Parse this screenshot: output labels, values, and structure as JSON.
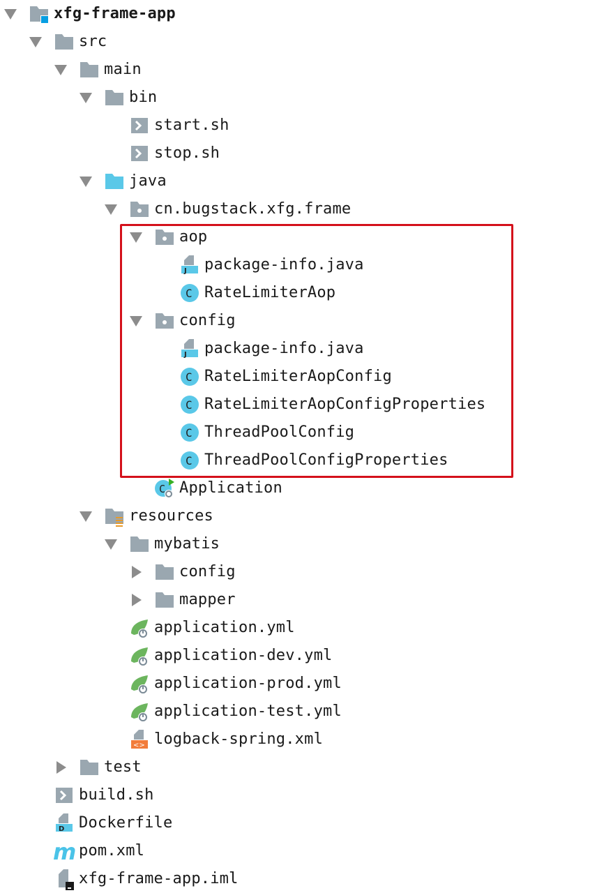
{
  "colors": {
    "folder": "#9aa7b0",
    "source_folder": "#5ac8e8",
    "class": "#5ac8e8",
    "highlight": "#d4111b",
    "spring": "#6cb55e",
    "xml": "#f27c3a"
  },
  "tree": [
    {
      "level": 0,
      "state": "expanded",
      "icon": "module-folder-icon",
      "label": "xfg-frame-app",
      "bold": true
    },
    {
      "level": 1,
      "state": "expanded",
      "icon": "folder-icon",
      "label": "src"
    },
    {
      "level": 2,
      "state": "expanded",
      "icon": "folder-icon",
      "label": "main"
    },
    {
      "level": 3,
      "state": "expanded",
      "icon": "folder-icon",
      "label": "bin"
    },
    {
      "level": 4,
      "state": "leaf",
      "icon": "shell-script-icon",
      "label": "start.sh"
    },
    {
      "level": 4,
      "state": "leaf",
      "icon": "shell-script-icon",
      "label": "stop.sh"
    },
    {
      "level": 3,
      "state": "expanded",
      "icon": "source-folder-icon",
      "label": "java"
    },
    {
      "level": 4,
      "state": "expanded",
      "icon": "package-icon",
      "label": "cn.bugstack.xfg.frame"
    },
    {
      "level": 5,
      "state": "expanded",
      "icon": "package-icon",
      "label": "aop"
    },
    {
      "level": 6,
      "state": "leaf",
      "icon": "java-file-icon",
      "label": "package-info.java"
    },
    {
      "level": 6,
      "state": "leaf",
      "icon": "class-icon",
      "label": "RateLimiterAop"
    },
    {
      "level": 5,
      "state": "expanded",
      "icon": "package-icon",
      "label": "config"
    },
    {
      "level": 6,
      "state": "leaf",
      "icon": "java-file-icon",
      "label": "package-info.java"
    },
    {
      "level": 6,
      "state": "leaf",
      "icon": "class-icon",
      "label": "RateLimiterAopConfig"
    },
    {
      "level": 6,
      "state": "leaf",
      "icon": "class-icon",
      "label": "RateLimiterAopConfigProperties"
    },
    {
      "level": 6,
      "state": "leaf",
      "icon": "class-icon",
      "label": "ThreadPoolConfig"
    },
    {
      "level": 6,
      "state": "leaf",
      "icon": "class-icon",
      "label": "ThreadPoolConfigProperties"
    },
    {
      "level": 5,
      "state": "leaf",
      "icon": "spring-boot-class-icon",
      "label": "Application"
    },
    {
      "level": 3,
      "state": "expanded",
      "icon": "resources-folder-icon",
      "label": "resources"
    },
    {
      "level": 4,
      "state": "expanded",
      "icon": "folder-icon",
      "label": "mybatis"
    },
    {
      "level": 5,
      "state": "collapsed",
      "icon": "folder-icon",
      "label": "config"
    },
    {
      "level": 5,
      "state": "collapsed",
      "icon": "folder-icon",
      "label": "mapper"
    },
    {
      "level": 4,
      "state": "leaf",
      "icon": "spring-config-icon",
      "label": "application.yml"
    },
    {
      "level": 4,
      "state": "leaf",
      "icon": "spring-config-icon",
      "label": "application-dev.yml"
    },
    {
      "level": 4,
      "state": "leaf",
      "icon": "spring-config-icon",
      "label": "application-prod.yml"
    },
    {
      "level": 4,
      "state": "leaf",
      "icon": "spring-config-icon",
      "label": "application-test.yml"
    },
    {
      "level": 4,
      "state": "leaf",
      "icon": "xml-file-icon",
      "label": "logback-spring.xml"
    },
    {
      "level": 2,
      "state": "collapsed",
      "icon": "folder-icon",
      "label": "test"
    },
    {
      "level": 1,
      "state": "leaf",
      "icon": "shell-script-icon",
      "label": "build.sh"
    },
    {
      "level": 1,
      "state": "leaf",
      "icon": "docker-file-icon",
      "label": "Dockerfile"
    },
    {
      "level": 1,
      "state": "leaf",
      "icon": "maven-icon",
      "label": "pom.xml"
    },
    {
      "level": 1,
      "state": "leaf",
      "icon": "iml-file-icon",
      "label": "xfg-frame-app.iml"
    }
  ]
}
